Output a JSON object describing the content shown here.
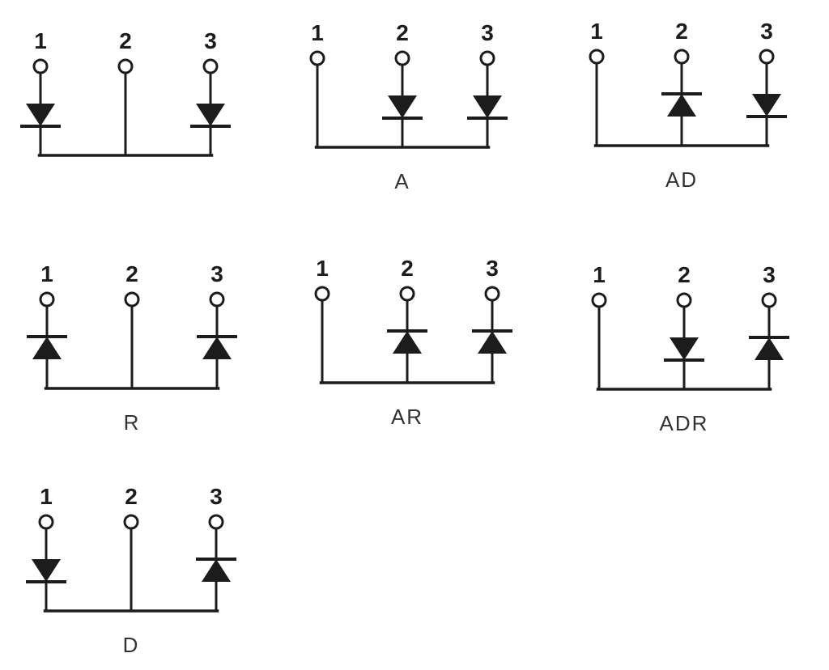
{
  "sheet": {
    "background": "#ffffff",
    "line_color": "#1c1c1c",
    "label_color": "#333333"
  },
  "diagrams": [
    {
      "label": "",
      "terminals": [
        {
          "number": "1",
          "diode": "down"
        },
        {
          "number": "2",
          "diode": "none"
        },
        {
          "number": "3",
          "diode": "down"
        }
      ]
    },
    {
      "label": "A",
      "terminals": [
        {
          "number": "1",
          "diode": "none"
        },
        {
          "number": "2",
          "diode": "down"
        },
        {
          "number": "3",
          "diode": "down"
        }
      ]
    },
    {
      "label": "AD",
      "terminals": [
        {
          "number": "1",
          "diode": "none"
        },
        {
          "number": "2",
          "diode": "up"
        },
        {
          "number": "3",
          "diode": "down"
        }
      ]
    },
    {
      "label": "R",
      "terminals": [
        {
          "number": "1",
          "diode": "up"
        },
        {
          "number": "2",
          "diode": "none"
        },
        {
          "number": "3",
          "diode": "up"
        }
      ]
    },
    {
      "label": "AR",
      "terminals": [
        {
          "number": "1",
          "diode": "none"
        },
        {
          "number": "2",
          "diode": "up"
        },
        {
          "number": "3",
          "diode": "up"
        }
      ]
    },
    {
      "label": "ADR",
      "terminals": [
        {
          "number": "1",
          "diode": "none"
        },
        {
          "number": "2",
          "diode": "down"
        },
        {
          "number": "3",
          "diode": "up"
        }
      ]
    },
    {
      "label": "D",
      "terminals": [
        {
          "number": "1",
          "diode": "down"
        },
        {
          "number": "2",
          "diode": "none"
        },
        {
          "number": "3",
          "diode": "up"
        }
      ]
    }
  ]
}
